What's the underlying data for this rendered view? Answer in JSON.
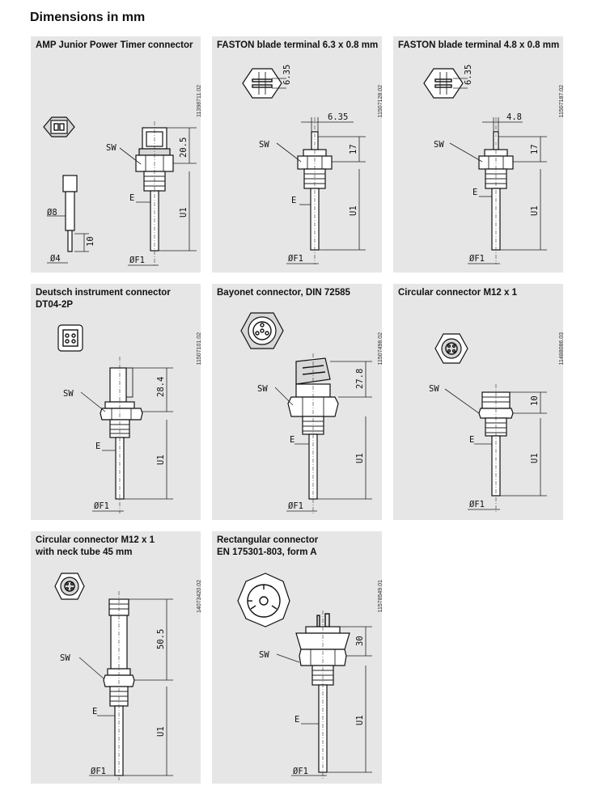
{
  "page_title": "Dimensions in mm",
  "panels": [
    {
      "title": "AMP Junior Power Timer connector",
      "code": "11398711.02",
      "labels": {
        "sw": "SW",
        "e": "E",
        "u1": "U1",
        "f1": "ØF1",
        "h": "20.5",
        "d8": "Ø8",
        "d4": "Ø4",
        "ten": "10"
      }
    },
    {
      "title": "FASTON blade terminal 6.3 x 0.8 mm",
      "code": "11507128.02",
      "labels": {
        "sw": "SW",
        "e": "E",
        "u1": "U1",
        "f1": "ØF1",
        "h": "17",
        "w": "6.35",
        "top": "6.35"
      }
    },
    {
      "title": "FASTON blade terminal 4.8 x 0.8 mm",
      "code": "11507187.02",
      "labels": {
        "sw": "SW",
        "e": "E",
        "u1": "U1",
        "f1": "ØF1",
        "h": "17",
        "w": "4.8",
        "top": "6.35"
      }
    },
    {
      "title": "Deutsch instrument connector\nDT04-2P",
      "code": "11507101.02",
      "labels": {
        "sw": "SW",
        "e": "E",
        "u1": "U1",
        "f1": "ØF1",
        "h": "28.4"
      }
    },
    {
      "title": "Bayonet connector, DIN 72585",
      "code": "11507498.02",
      "labels": {
        "sw": "SW",
        "e": "E",
        "u1": "U1",
        "f1": "ØF1",
        "h": "27.8"
      }
    },
    {
      "title": "Circular connector M12 x 1",
      "code": "11488086.03",
      "labels": {
        "sw": "SW",
        "e": "E",
        "u1": "U1",
        "f1": "ØF1",
        "h": "10"
      }
    },
    {
      "title": "Circular connector M12 x 1\nwith neck tube 45 mm",
      "code": "14073420.02",
      "labels": {
        "sw": "SW",
        "e": "E",
        "u1": "U1",
        "f1": "ØF1",
        "h": "50.5"
      }
    },
    {
      "title": "Rectangular connector\nEN 175301-803, form A",
      "code": "11578549.01",
      "labels": {
        "sw": "SW",
        "e": "E",
        "u1": "U1",
        "f1": "ØF1",
        "h": "30"
      }
    }
  ]
}
